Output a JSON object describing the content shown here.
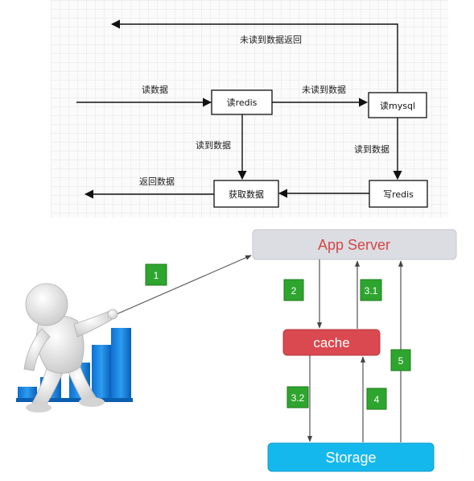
{
  "flowchart": {
    "nodes": {
      "read_redis": "读redis",
      "read_mysql": "读mysql",
      "write_redis": "写redis",
      "fetch_data": "获取数据"
    },
    "edges": {
      "read_data": "读数据",
      "redis_miss": "未读到数据",
      "mysql_miss_return": "未读到数据返回",
      "redis_hit": "读到数据",
      "mysql_hit": "读到数据",
      "return_data": "返回数据"
    }
  },
  "architecture": {
    "app_server": "App Server",
    "cache": "cache",
    "storage": "Storage",
    "steps": {
      "s1": "1",
      "s2": "2",
      "s31": "3.1",
      "s32": "3.2",
      "s4": "4",
      "s5": "5"
    }
  },
  "colors": {
    "app_server_fill": "#dcdde2",
    "app_server_text": "#d04848",
    "cache_fill": "#d9494f",
    "storage_fill": "#15b8ec",
    "badge_fill": "#2ea52e",
    "chart_bars": "#1e88e5"
  }
}
